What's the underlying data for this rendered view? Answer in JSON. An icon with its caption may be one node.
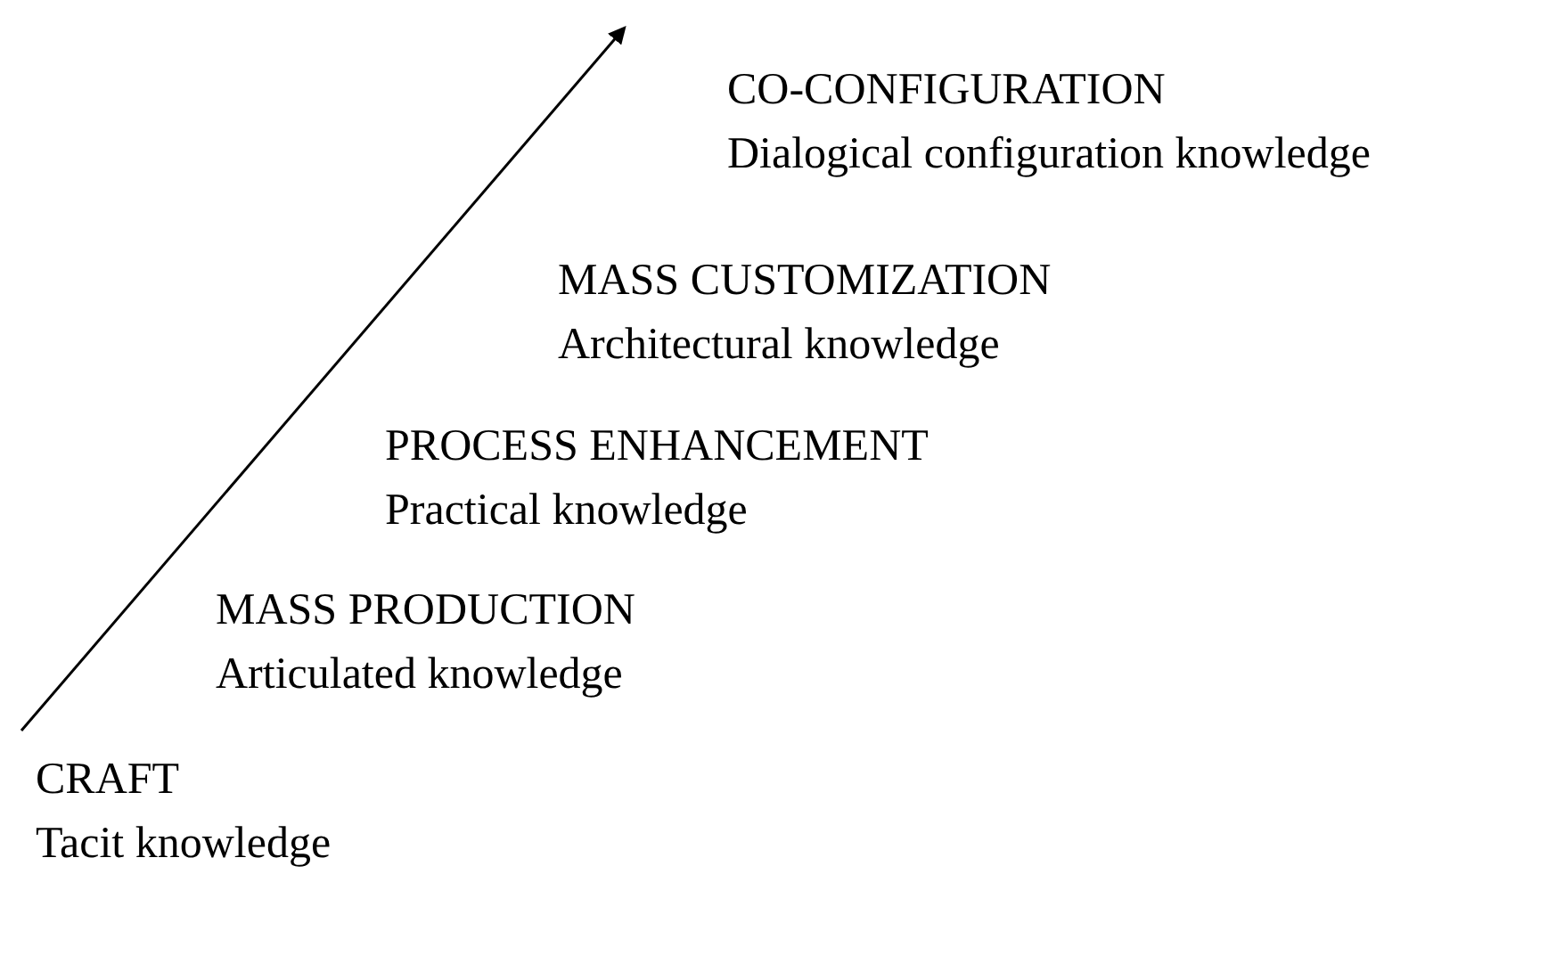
{
  "diagram": {
    "labels": [
      "CO-CONFIGURATION",
      "Dialogical configuration knowledge",
      "MASS CUSTOMIZATION",
      "Architectural knowledge",
      "PROCESS ENHANCEMENT",
      "Practical knowledge",
      "MASS PRODUCTION",
      "Articulated knowledge",
      "CRAFT",
      "Tacit knowledge"
    ]
  }
}
